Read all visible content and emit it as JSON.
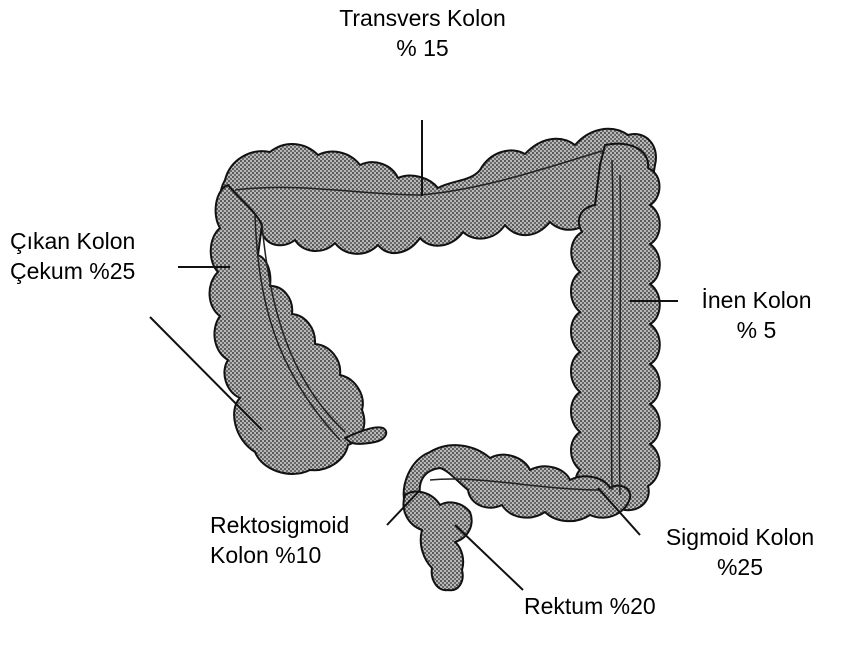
{
  "labels": {
    "transverse": {
      "name": "Transvers Kolon",
      "pct": "% 15"
    },
    "ascending": {
      "name": "Çıkan  Kolon",
      "pct": "Çekum %25"
    },
    "descending": {
      "name": "İnen Kolon",
      "pct": "% 5"
    },
    "rectosigmoid": {
      "name": "Rektosigmoid",
      "pct": "Kolon %10"
    },
    "sigmoid": {
      "name": "Sigmoid Kolon",
      "pct": "%25"
    },
    "rectum": {
      "name": "Rektum %20"
    }
  },
  "colors": {
    "colon_fill": "#9a9a9a",
    "outline": "#111111",
    "text": "#000000"
  }
}
